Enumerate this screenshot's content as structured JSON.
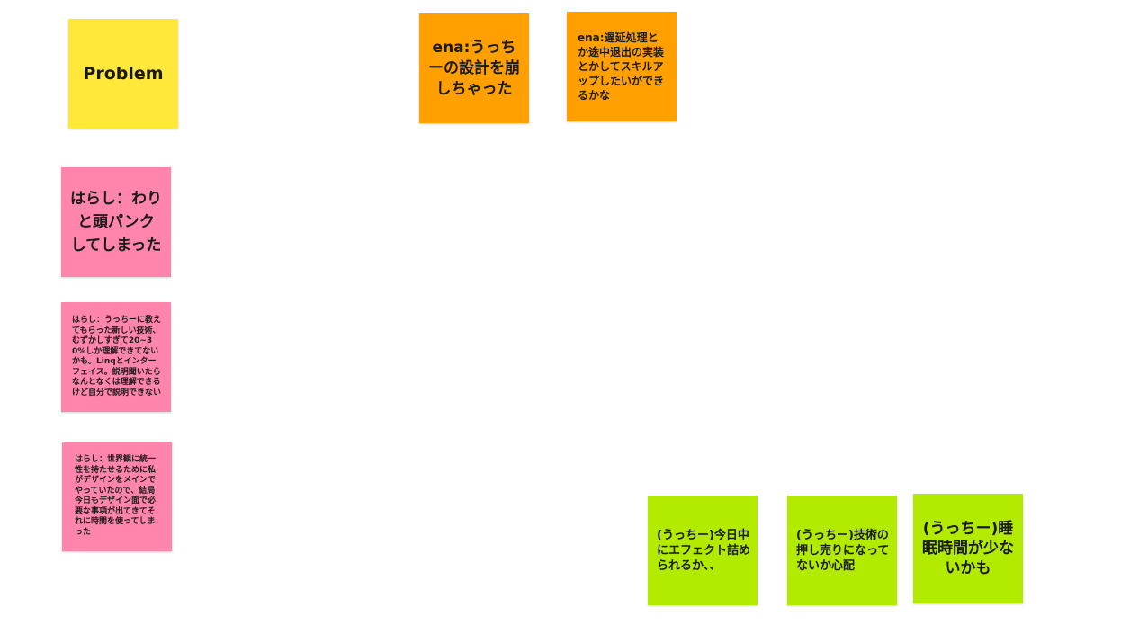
{
  "colors": {
    "yellow": "#ffe83a",
    "orange": "#ffa000",
    "pink": "#ff85ad",
    "green": "#b2ea00"
  },
  "notes": [
    {
      "text": "Problem",
      "color": "yellow"
    },
    {
      "text": "ena:うっちーの設計を崩しちゃった",
      "color": "orange"
    },
    {
      "text": "ena:遅延処理とか途中退出の実装とかしてスキルアップしたいができるかな",
      "color": "orange"
    },
    {
      "text": "はらし：わりと頭パンクしてしまった",
      "color": "pink"
    },
    {
      "text": "はらし：うっちーに教えてもらった新しい技術、むずかしすぎて20~30%しか理解できてないかも。Linqとインターフェイス。説明聞いたらなんとなくは理解できるけど自分で説明できない",
      "color": "pink"
    },
    {
      "text": "はらし：世界観に統一性を持たせるために私がデザインをメインでやっていたので、結局今日もデザイン面で必要な事項が出てきてそれに時間を使ってしまった",
      "color": "pink"
    },
    {
      "text": "(うっちー)今日中にエフェクト詰められるか、、",
      "color": "green"
    },
    {
      "text": "(うっちー)技術の押し売りになってないか心配",
      "color": "green"
    },
    {
      "text": "(うっちー)睡眠時間が少ないかも",
      "color": "green"
    }
  ]
}
